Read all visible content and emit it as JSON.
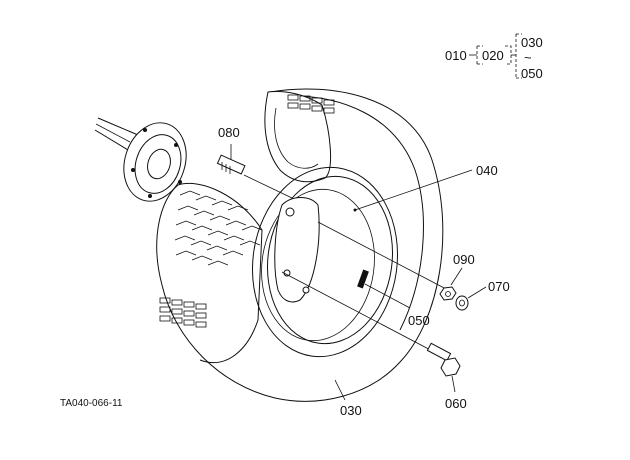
{
  "hierarchy": {
    "root": "010",
    "mid": "020",
    "leaf_top": "030",
    "leaf_bottom": "050",
    "tilde": "~"
  },
  "callouts": {
    "part_080": "080",
    "part_040": "040",
    "part_090": "090",
    "part_070": "070",
    "part_050": "050",
    "part_060": "060",
    "part_030": "030"
  },
  "reference_code": "TA040-066-11"
}
